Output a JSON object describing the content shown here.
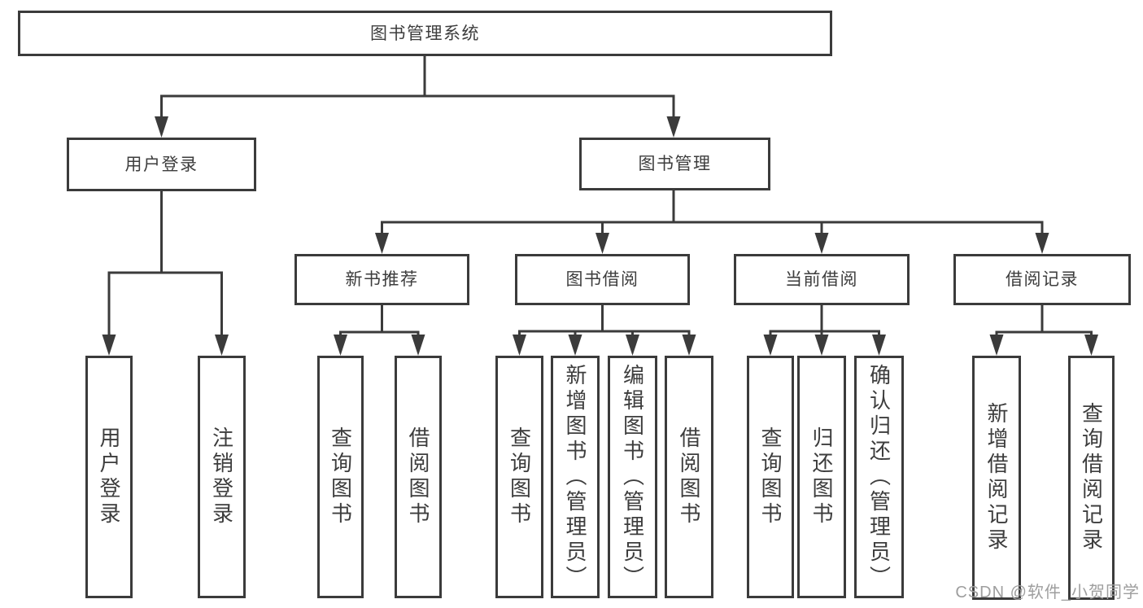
{
  "diagram": {
    "title": "图书管理系统",
    "type": "functional-structure-tree",
    "nodes": {
      "root": {
        "label": "图书管理系统"
      },
      "user_login": {
        "label": "用户登录"
      },
      "book_mgmt": {
        "label": "图书管理"
      },
      "new_book_rec": {
        "label": "新书推荐"
      },
      "book_borrow": {
        "label": "图书借阅"
      },
      "current_borrow": {
        "label": "当前借阅"
      },
      "borrow_record": {
        "label": "借阅记录"
      },
      "leaf_user_login": {
        "label": "用户登录"
      },
      "leaf_logout": {
        "label": "注销登录"
      },
      "leaf_query_book_1": {
        "label": "查询图书"
      },
      "leaf_borrow_book_1": {
        "label": "借阅图书"
      },
      "leaf_query_book_2": {
        "label": "查询图书"
      },
      "leaf_add_book": {
        "label": "新增图书（管理员）"
      },
      "leaf_edit_book": {
        "label": "编辑图书（管理员）"
      },
      "leaf_borrow_book_2": {
        "label": "借阅图书"
      },
      "leaf_query_book_3": {
        "label": "查询图书"
      },
      "leaf_return_book": {
        "label": "归还图书"
      },
      "leaf_confirm_return": {
        "label": "确认归还（管理员）"
      },
      "leaf_add_record": {
        "label": "新增借阅记录"
      },
      "leaf_query_record": {
        "label": "查询借阅记录"
      }
    },
    "hierarchy": {
      "root": [
        "user_login",
        "book_mgmt"
      ],
      "user_login": [
        "leaf_user_login",
        "leaf_logout"
      ],
      "book_mgmt": [
        "new_book_rec",
        "book_borrow",
        "current_borrow",
        "borrow_record"
      ],
      "new_book_rec": [
        "leaf_query_book_1",
        "leaf_borrow_book_1"
      ],
      "book_borrow": [
        "leaf_query_book_2",
        "leaf_add_book",
        "leaf_edit_book",
        "leaf_borrow_book_2"
      ],
      "current_borrow": [
        "leaf_query_book_3",
        "leaf_return_book",
        "leaf_confirm_return"
      ],
      "borrow_record": [
        "leaf_add_record",
        "leaf_query_record"
      ]
    }
  },
  "watermark": {
    "text": "CSDN @软件_小贺同学"
  },
  "colors": {
    "line": "#3b3b3b",
    "text": "#3d3d3d",
    "background": "#ffffff",
    "watermark": "#9e9e9e"
  }
}
